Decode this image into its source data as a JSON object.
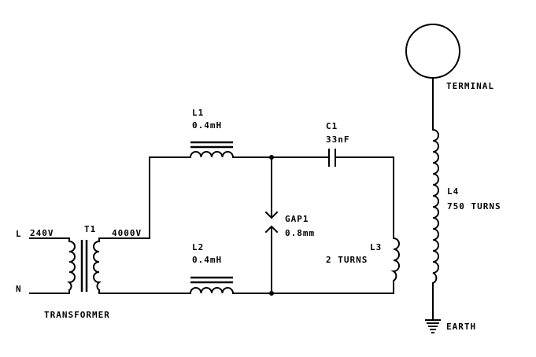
{
  "labels": {
    "line": "L",
    "neutral": "N",
    "input_voltage": "240V",
    "t1": "T1",
    "output_voltage": "4000V",
    "transformer": "TRANSFORMER",
    "l1_name": "L1",
    "l1_value": "0.4mH",
    "l2_name": "L2",
    "l2_value": "0.4mH",
    "c1_name": "C1",
    "c1_value": "33nF",
    "gap_name": "GAP1",
    "gap_value": "0.8mm",
    "l3_name": "L3",
    "l3_value": "2 TURNS",
    "l4_name": "L4",
    "l4_value": "750 TURNS",
    "terminal": "TERMINAL",
    "earth": "EARTH"
  }
}
